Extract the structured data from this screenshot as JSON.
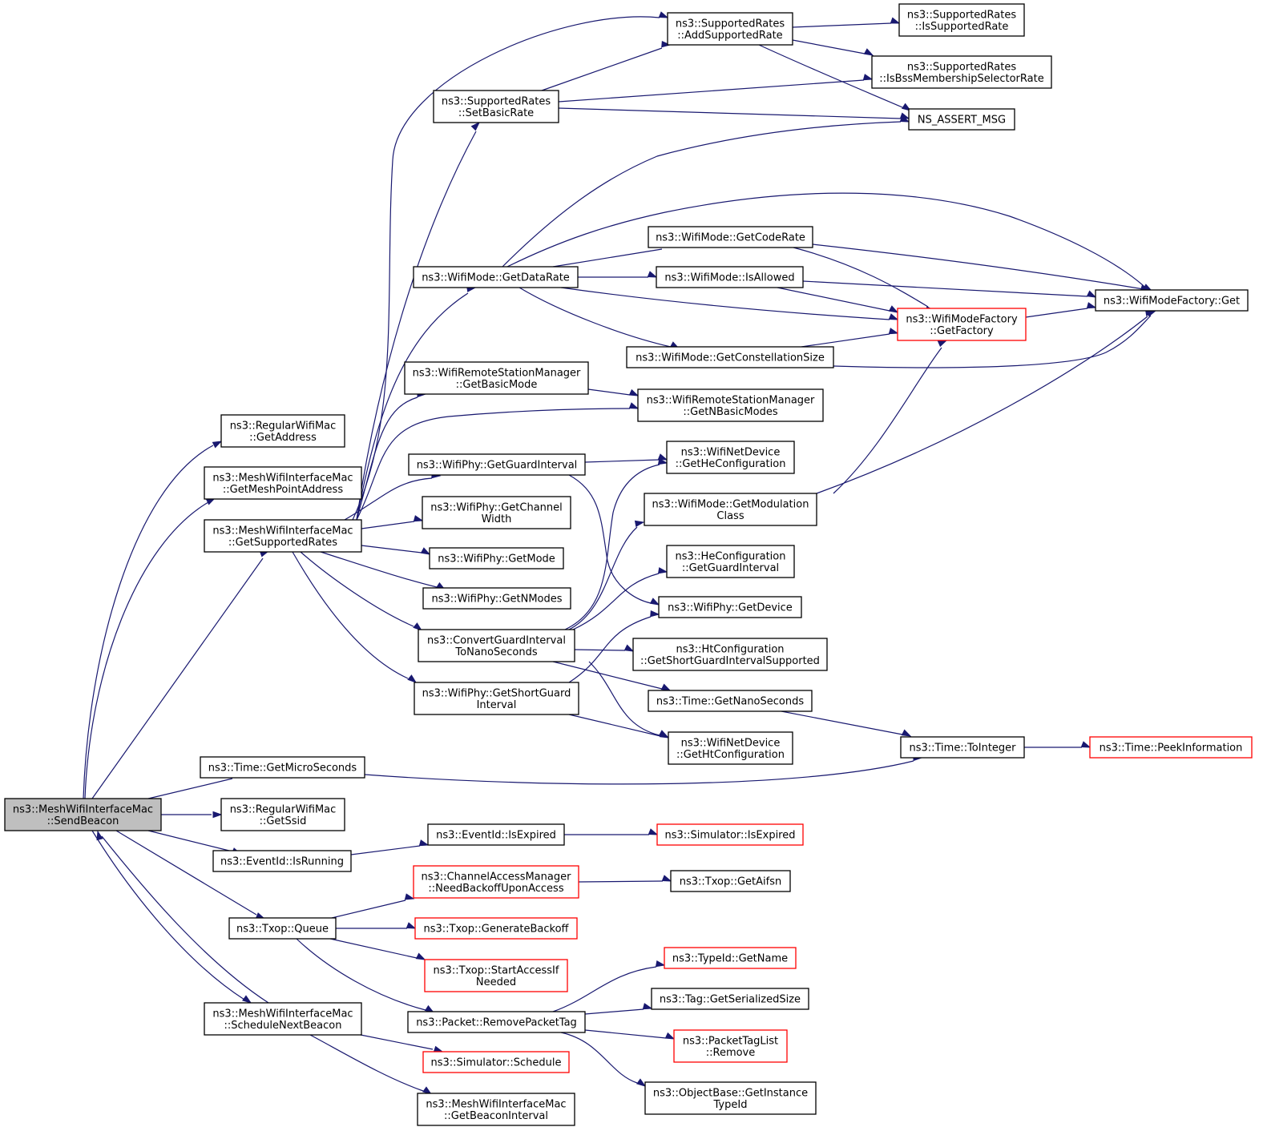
{
  "nodes": [
    {
      "id": "SendBeacon",
      "lines": [
        "ns3::MeshWifiInterfaceMac",
        "::SendBeacon"
      ],
      "root": true
    },
    {
      "id": "RWM_GetAddress",
      "lines": [
        "ns3::RegularWifiMac",
        "::GetAddress"
      ]
    },
    {
      "id": "MWIM_GetMeshPointAddress",
      "lines": [
        "ns3::MeshWifiInterfaceMac",
        "::GetMeshPointAddress"
      ]
    },
    {
      "id": "MWIM_GetSupportedRates",
      "lines": [
        "ns3::MeshWifiInterfaceMac",
        "::GetSupportedRates"
      ]
    },
    {
      "id": "Time_GetMicroSeconds",
      "lines": [
        "ns3::Time::GetMicroSeconds"
      ]
    },
    {
      "id": "RWM_GetSsid",
      "lines": [
        "ns3::RegularWifiMac",
        "::GetSsid"
      ]
    },
    {
      "id": "EventId_IsRunning",
      "lines": [
        "ns3::EventId::IsRunning"
      ]
    },
    {
      "id": "Txop_Queue",
      "lines": [
        "ns3::Txop::Queue"
      ]
    },
    {
      "id": "MWIM_ScheduleNextBeacon",
      "lines": [
        "ns3::MeshWifiInterfaceMac",
        "::ScheduleNextBeacon"
      ]
    },
    {
      "id": "SR_SetBasicRate",
      "lines": [
        "ns3::SupportedRates",
        "::SetBasicRate"
      ]
    },
    {
      "id": "WM_GetDataRate",
      "lines": [
        "ns3::WifiMode::GetDataRate"
      ]
    },
    {
      "id": "WRSM_GetBasicMode",
      "lines": [
        "ns3::WifiRemoteStationManager",
        "::GetBasicMode"
      ]
    },
    {
      "id": "WP_GetGuardInterval",
      "lines": [
        "ns3::WifiPhy::GetGuardInterval"
      ]
    },
    {
      "id": "WP_GetChannelWidth",
      "lines": [
        "ns3::WifiPhy::GetChannel",
        "Width"
      ]
    },
    {
      "id": "WP_GetMode",
      "lines": [
        "ns3::WifiPhy::GetMode"
      ]
    },
    {
      "id": "WP_GetNModes",
      "lines": [
        "ns3::WifiPhy::GetNModes"
      ]
    },
    {
      "id": "ConvertGI",
      "lines": [
        "ns3::ConvertGuardInterval",
        "ToNanoSeconds"
      ]
    },
    {
      "id": "WP_GetShortGI",
      "lines": [
        "ns3::WifiPhy::GetShortGuard",
        "Interval"
      ]
    },
    {
      "id": "SR_AddSupportedRate",
      "lines": [
        "ns3::SupportedRates",
        "::AddSupportedRate"
      ]
    },
    {
      "id": "WM_GetCodeRate",
      "lines": [
        "ns3::WifiMode::GetCodeRate"
      ]
    },
    {
      "id": "WM_IsAllowed",
      "lines": [
        "ns3::WifiMode::IsAllowed"
      ]
    },
    {
      "id": "WM_GetConstellationSize",
      "lines": [
        "ns3::WifiMode::GetConstellationSize"
      ]
    },
    {
      "id": "WRSM_GetNBasicModes",
      "lines": [
        "ns3::WifiRemoteStationManager",
        "::GetNBasicModes"
      ]
    },
    {
      "id": "WND_GetHeConfiguration",
      "lines": [
        "ns3::WifiNetDevice",
        "::GetHeConfiguration"
      ]
    },
    {
      "id": "WM_GetModulationClass",
      "lines": [
        "ns3::WifiMode::GetModulation",
        "Class"
      ]
    },
    {
      "id": "HeC_GetGuardInterval",
      "lines": [
        "ns3::HeConfiguration",
        "::GetGuardInterval"
      ]
    },
    {
      "id": "WP_GetDevice",
      "lines": [
        "ns3::WifiPhy::GetDevice"
      ]
    },
    {
      "id": "HtC_GetShortGI",
      "lines": [
        "ns3::HtConfiguration",
        "::GetShortGuardIntervalSupported"
      ]
    },
    {
      "id": "Time_GetNanoSeconds",
      "lines": [
        "ns3::Time::GetNanoSeconds"
      ]
    },
    {
      "id": "WND_GetHtConfiguration",
      "lines": [
        "ns3::WifiNetDevice",
        "::GetHtConfiguration"
      ]
    },
    {
      "id": "SR_IsSupportedRate",
      "lines": [
        "ns3::SupportedRates",
        "::IsSupportedRate"
      ]
    },
    {
      "id": "SR_IsBssMSR",
      "lines": [
        "ns3::SupportedRates",
        "::IsBssMembershipSelectorRate"
      ]
    },
    {
      "id": "NS_ASSERT_MSG",
      "lines": [
        "NS_ASSERT_MSG"
      ]
    },
    {
      "id": "WMF_GetFactory",
      "lines": [
        "ns3::WifiModeFactory",
        "::GetFactory"
      ],
      "red": true
    },
    {
      "id": "WMF_Get",
      "lines": [
        "ns3::WifiModeFactory::Get"
      ]
    },
    {
      "id": "Time_ToInteger",
      "lines": [
        "ns3::Time::ToInteger"
      ]
    },
    {
      "id": "Time_PeekInformation",
      "lines": [
        "ns3::Time::PeekInformation"
      ],
      "red": true
    },
    {
      "id": "EventId_IsExpired",
      "lines": [
        "ns3::EventId::IsExpired"
      ]
    },
    {
      "id": "Sim_IsExpired",
      "lines": [
        "ns3::Simulator::IsExpired"
      ],
      "red": true
    },
    {
      "id": "CAM_NeedBackoff",
      "lines": [
        "ns3::ChannelAccessManager",
        "::NeedBackoffUponAccess"
      ],
      "red": true
    },
    {
      "id": "Txop_GetAifsn",
      "lines": [
        "ns3::Txop::GetAifsn"
      ]
    },
    {
      "id": "Txop_GenerateBackoff",
      "lines": [
        "ns3::Txop::GenerateBackoff"
      ],
      "red": true
    },
    {
      "id": "Txop_StartAccessIfNeeded",
      "lines": [
        "ns3::Txop::StartAccessIf",
        "Needed"
      ],
      "red": true
    },
    {
      "id": "Packet_RemovePacketTag",
      "lines": [
        "ns3::Packet::RemovePacketTag"
      ]
    },
    {
      "id": "TypeId_GetName",
      "lines": [
        "ns3::TypeId::GetName"
      ],
      "red": true
    },
    {
      "id": "Tag_GetSerializedSize",
      "lines": [
        "ns3::Tag::GetSerializedSize"
      ]
    },
    {
      "id": "PTL_Remove",
      "lines": [
        "ns3::PacketTagList",
        "::Remove"
      ],
      "red": true
    },
    {
      "id": "OB_GetInstanceTypeId",
      "lines": [
        "ns3::ObjectBase::GetInstance",
        "TypeId"
      ]
    },
    {
      "id": "Sim_Schedule",
      "lines": [
        "ns3::Simulator::Schedule"
      ],
      "red": true
    },
    {
      "id": "MWIM_GetBeaconInterval",
      "lines": [
        "ns3::MeshWifiInterfaceMac",
        "::GetBeaconInterval"
      ]
    }
  ],
  "edges": [
    [
      "SendBeacon",
      "RWM_GetAddress"
    ],
    [
      "SendBeacon",
      "MWIM_GetMeshPointAddress"
    ],
    [
      "SendBeacon",
      "MWIM_GetSupportedRates"
    ],
    [
      "SendBeacon",
      "Time_GetMicroSeconds"
    ],
    [
      "SendBeacon",
      "RWM_GetSsid"
    ],
    [
      "SendBeacon",
      "EventId_IsRunning"
    ],
    [
      "SendBeacon",
      "Txop_Queue"
    ],
    [
      "SendBeacon",
      "MWIM_ScheduleNextBeacon"
    ],
    [
      "MWIM_ScheduleNextBeacon",
      "SendBeacon"
    ],
    [
      "MWIM_ScheduleNextBeacon",
      "Sim_Schedule"
    ],
    [
      "MWIM_ScheduleNextBeacon",
      "MWIM_GetBeaconInterval"
    ],
    [
      "MWIM_GetSupportedRates",
      "SR_AddSupportedRate"
    ],
    [
      "MWIM_GetSupportedRates",
      "SR_SetBasicRate"
    ],
    [
      "MWIM_GetSupportedRates",
      "WM_GetDataRate"
    ],
    [
      "MWIM_GetSupportedRates",
      "WRSM_GetBasicMode"
    ],
    [
      "MWIM_GetSupportedRates",
      "WRSM_GetNBasicModes"
    ],
    [
      "MWIM_GetSupportedRates",
      "WP_GetGuardInterval"
    ],
    [
      "MWIM_GetSupportedRates",
      "WP_GetChannelWidth"
    ],
    [
      "MWIM_GetSupportedRates",
      "WP_GetMode"
    ],
    [
      "MWIM_GetSupportedRates",
      "WP_GetNModes"
    ],
    [
      "MWIM_GetSupportedRates",
      "ConvertGI"
    ],
    [
      "MWIM_GetSupportedRates",
      "WP_GetShortGI"
    ],
    [
      "SR_SetBasicRate",
      "SR_AddSupportedRate"
    ],
    [
      "SR_SetBasicRate",
      "SR_IsBssMSR"
    ],
    [
      "SR_SetBasicRate",
      "NS_ASSERT_MSG"
    ],
    [
      "SR_AddSupportedRate",
      "SR_IsSupportedRate"
    ],
    [
      "SR_AddSupportedRate",
      "SR_IsBssMSR"
    ],
    [
      "SR_AddSupportedRate",
      "NS_ASSERT_MSG"
    ],
    [
      "WM_GetDataRate",
      "NS_ASSERT_MSG"
    ],
    [
      "WM_GetDataRate",
      "WMF_Get"
    ],
    [
      "WM_GetDataRate",
      "WM_GetCodeRate"
    ],
    [
      "WM_GetDataRate",
      "WM_IsAllowed"
    ],
    [
      "WM_GetDataRate",
      "WMF_GetFactory"
    ],
    [
      "WM_GetDataRate",
      "WM_GetConstellationSize"
    ],
    [
      "WM_GetCodeRate",
      "WMF_Get"
    ],
    [
      "WM_GetCodeRate",
      "WMF_GetFactory"
    ],
    [
      "WM_IsAllowed",
      "WMF_Get"
    ],
    [
      "WM_IsAllowed",
      "WMF_GetFactory"
    ],
    [
      "WM_GetConstellationSize",
      "WMF_GetFactory"
    ],
    [
      "WM_GetConstellationSize",
      "WMF_Get"
    ],
    [
      "WMF_GetFactory",
      "WMF_Get"
    ],
    [
      "WRSM_GetBasicMode",
      "WRSM_GetNBasicModes"
    ],
    [
      "WP_GetGuardInterval",
      "WND_GetHeConfiguration"
    ],
    [
      "WP_GetGuardInterval",
      "WP_GetDevice"
    ],
    [
      "ConvertGI",
      "WND_GetHeConfiguration"
    ],
    [
      "ConvertGI",
      "WM_GetModulationClass"
    ],
    [
      "ConvertGI",
      "HeC_GetGuardInterval"
    ],
    [
      "ConvertGI",
      "HtC_GetShortGI"
    ],
    [
      "ConvertGI",
      "Time_GetNanoSeconds"
    ],
    [
      "ConvertGI",
      "WND_GetHtConfiguration"
    ],
    [
      "WP_GetShortGI",
      "WP_GetDevice"
    ],
    [
      "WP_GetShortGI",
      "WND_GetHtConfiguration"
    ],
    [
      "WM_GetModulationClass",
      "WMF_GetFactory"
    ],
    [
      "WM_GetModulationClass",
      "WMF_Get"
    ],
    [
      "Time_GetNanoSeconds",
      "Time_ToInteger"
    ],
    [
      "Time_GetMicroSeconds",
      "Time_ToInteger"
    ],
    [
      "Time_ToInteger",
      "Time_PeekInformation"
    ],
    [
      "EventId_IsRunning",
      "EventId_IsExpired"
    ],
    [
      "EventId_IsExpired",
      "Sim_IsExpired"
    ],
    [
      "Txop_Queue",
      "CAM_NeedBackoff"
    ],
    [
      "Txop_Queue",
      "Txop_GenerateBackoff"
    ],
    [
      "Txop_Queue",
      "Txop_StartAccessIfNeeded"
    ],
    [
      "Txop_Queue",
      "Packet_RemovePacketTag"
    ],
    [
      "CAM_NeedBackoff",
      "Txop_GetAifsn"
    ],
    [
      "Packet_RemovePacketTag",
      "TypeId_GetName"
    ],
    [
      "Packet_RemovePacketTag",
      "Tag_GetSerializedSize"
    ],
    [
      "Packet_RemovePacketTag",
      "PTL_Remove"
    ],
    [
      "Packet_RemovePacketTag",
      "OB_GetInstanceTypeId"
    ]
  ],
  "colors": {
    "edge": "#191970",
    "node_border": "#000000",
    "node_border_red": "#ff0000",
    "root_fill": "#bfbfbf",
    "node_fill": "#ffffff"
  }
}
